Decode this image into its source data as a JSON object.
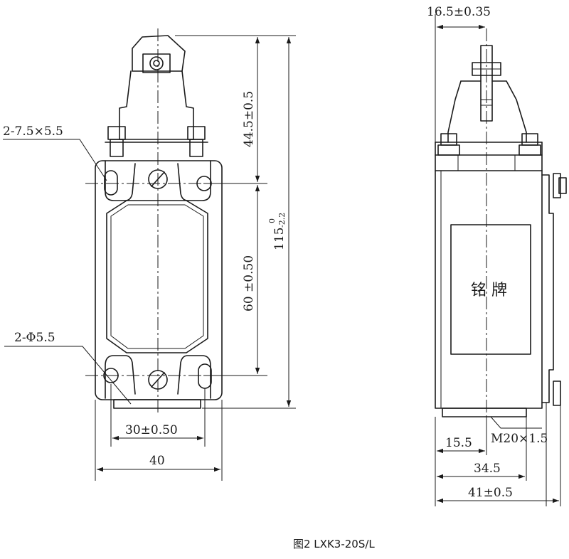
{
  "caption": "图2  LXK3-20S/L",
  "front_view": {
    "slot_holes_label": "2-7.5×5.5",
    "round_holes_label": "2-Φ5.5",
    "top_section_dim": "44.5±0.5",
    "hole_spacing_vertical_dim": "60 ±0.50",
    "overall_height_dim": "115",
    "overall_height_tol_upper": "0",
    "overall_height_tol_lower": "-2.2",
    "hole_spacing_horizontal_dim": "30±0.50",
    "overall_width_dim": "40"
  },
  "side_view": {
    "top_offset_dim": "16.5±0.35",
    "nameplate_label": "铭  牌",
    "thread_label": "M20×1.5",
    "dim_15_5": "15.5",
    "dim_34_5": "34.5",
    "dim_41": "41±0.5"
  }
}
